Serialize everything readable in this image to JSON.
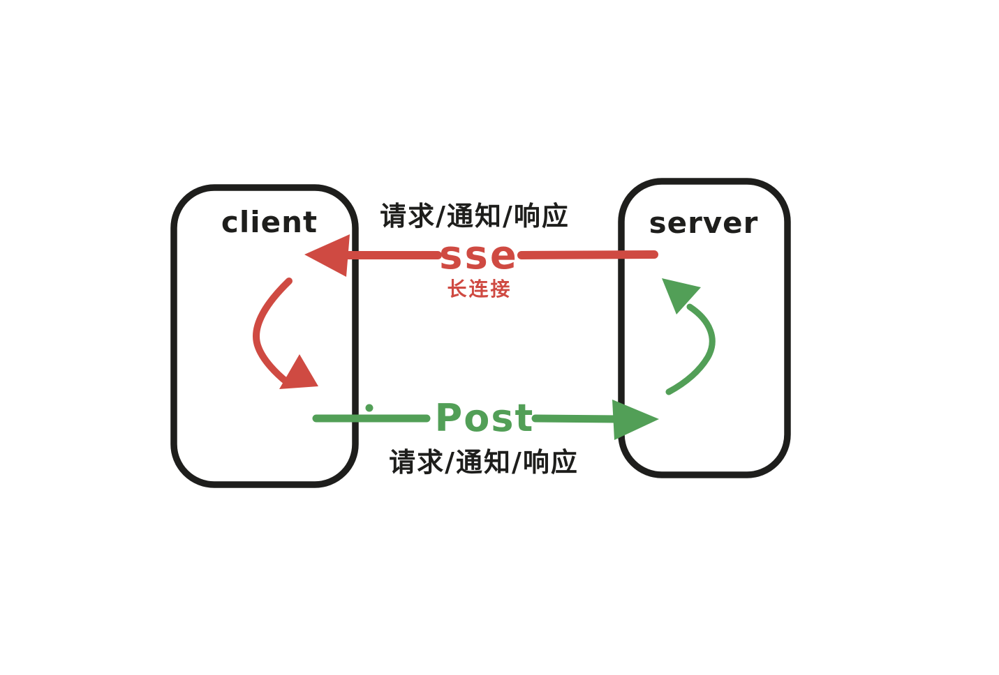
{
  "diagram": {
    "background_color": "#ffffff",
    "ink_color": "#1e1e1c",
    "accent_red": "#cf4a42",
    "accent_green": "#529f57",
    "client": {
      "label": "client"
    },
    "server": {
      "label": "server"
    },
    "sse_flow": {
      "top_label": "请求/通知/响应",
      "name": "sse",
      "sub_label": "长连接",
      "color": "#cf4a42",
      "direction": "server to client"
    },
    "post_flow": {
      "name": "Post",
      "bottom_label": "请求/通知/响应",
      "color": "#529f57",
      "direction": "client to server"
    }
  }
}
